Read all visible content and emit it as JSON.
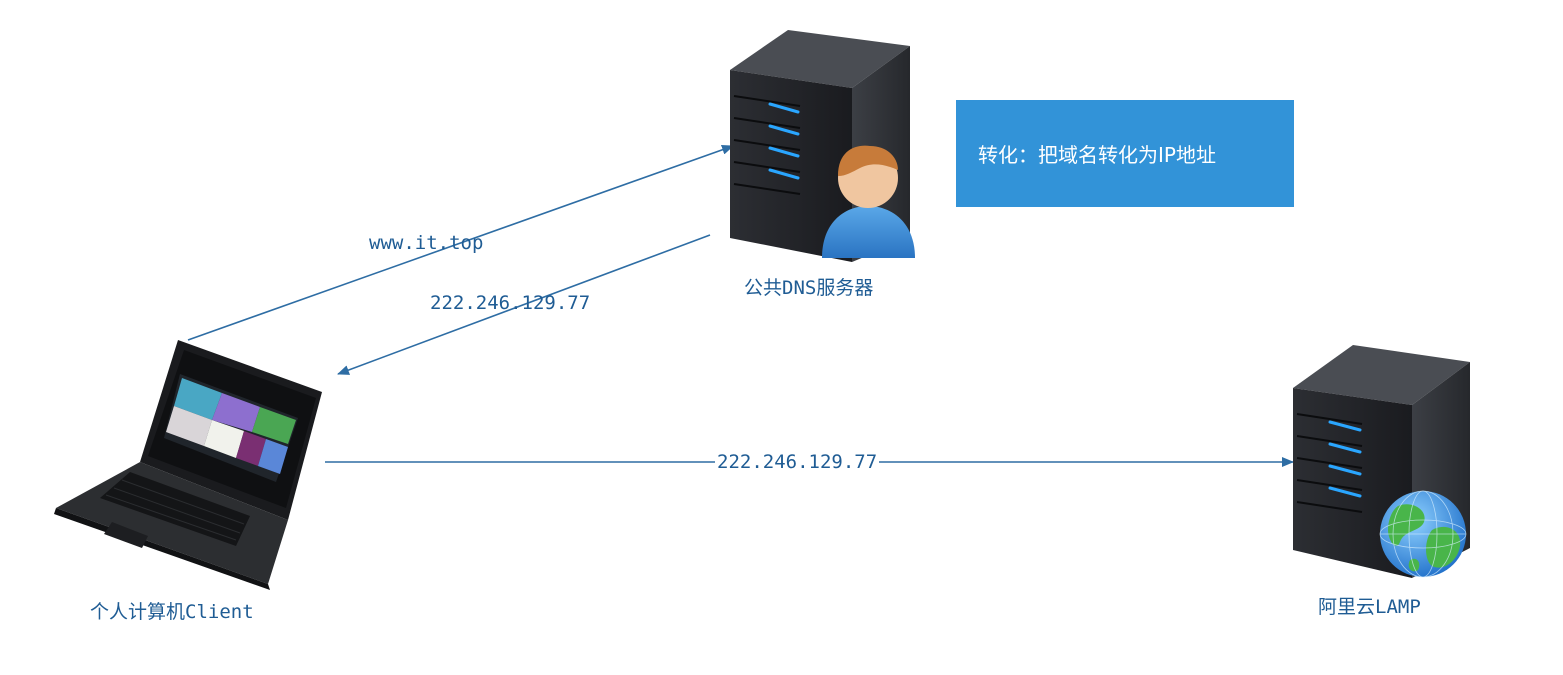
{
  "nodes": {
    "dns_server": {
      "label": "公共DNS服务器",
      "icon": "server-user-icon"
    },
    "client": {
      "label": "个人计算机Client",
      "icon": "laptop-icon"
    },
    "cloud_server": {
      "label": "阿里云LAMP",
      "icon": "server-globe-icon"
    }
  },
  "edges": {
    "client_to_dns": {
      "label": "www.it.top"
    },
    "dns_to_client": {
      "label": "222.246.129.77"
    },
    "client_to_cloud": {
      "label": "222.246.129.77"
    }
  },
  "note": {
    "text": "转化：把域名转化为IP地址",
    "color": "#3293d8"
  },
  "colors": {
    "edge": "#2e6da4",
    "label": "#1f5c94"
  }
}
